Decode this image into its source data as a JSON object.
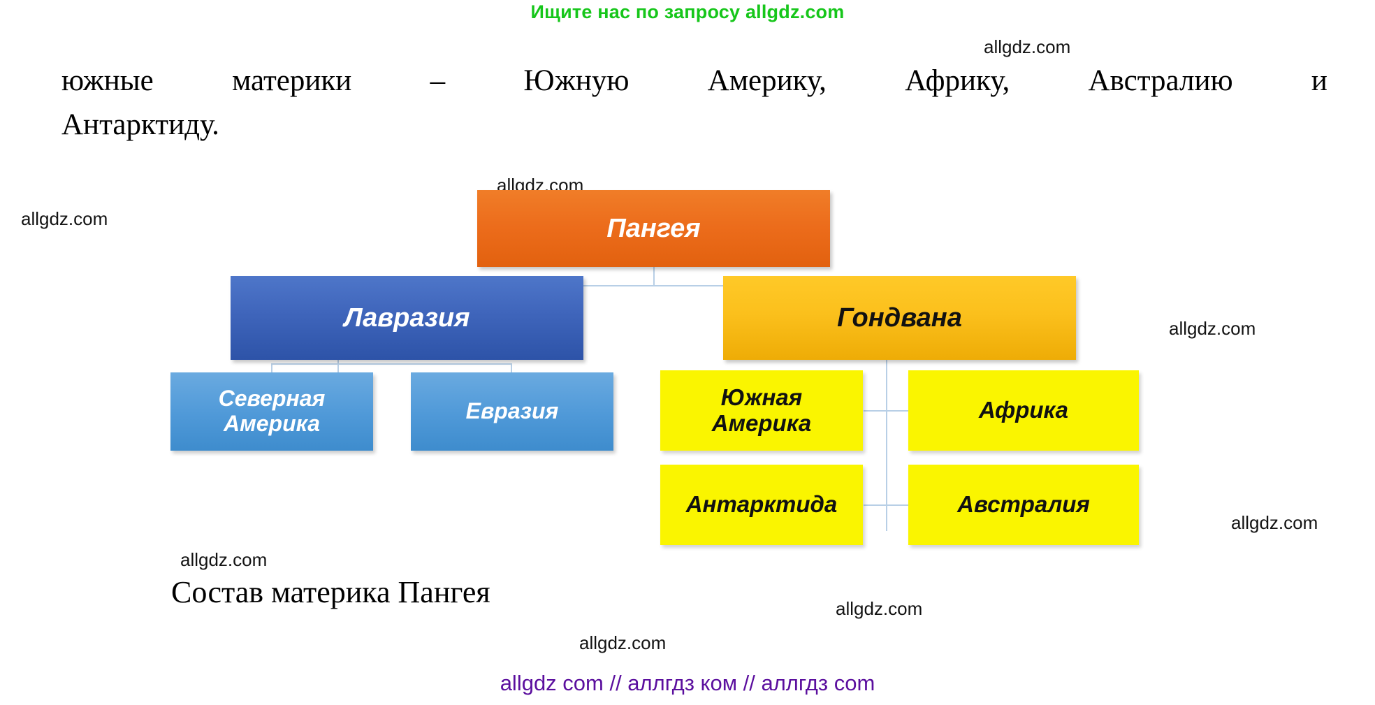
{
  "promo": {
    "text": "Ищите нас по запросу allgdz.com"
  },
  "paragraph": {
    "line1_words": [
      "южные",
      "материки",
      "–",
      "Южную",
      "Америку,",
      "Африку,",
      "Австралию",
      "и"
    ],
    "line2": "Антарктиду."
  },
  "watermarks": {
    "items": [
      "allgdz.com",
      "allgdz.com",
      "allgdz.com",
      "allgdz.com",
      "allgdz.com",
      "allgdz.com",
      "allgdz.com",
      "allgdz.com"
    ]
  },
  "diagram": {
    "root": {
      "label": "Пангея",
      "color": "#ec6c1b",
      "text_color": "#ffffff"
    },
    "branches": [
      {
        "label": "Лавразия",
        "color": "#3f65bb",
        "text_color": "#ffffff"
      },
      {
        "label": "Гондвана",
        "color": "#fbc01c",
        "text_color": "#111111"
      }
    ],
    "leaves_left": [
      {
        "label": "Северная\nАмерика",
        "line1": "Северная",
        "line2": "Америка",
        "color": "#4f99d8",
        "text_color": "#ffffff"
      },
      {
        "label": "Евразия",
        "line1": "Евразия",
        "line2": "",
        "color": "#4f99d8",
        "text_color": "#ffffff"
      }
    ],
    "leaves_right": [
      {
        "label": "Южная\nАмерика",
        "line1": "Южная",
        "line2": "Америка",
        "color": "#faf500",
        "text_color": "#111111"
      },
      {
        "label": "Африка",
        "line1": "Африка",
        "line2": "",
        "color": "#faf500",
        "text_color": "#111111"
      },
      {
        "label": "Антарктида",
        "line1": "Антарктида",
        "line2": "",
        "color": "#faf500",
        "text_color": "#111111"
      },
      {
        "label": "Австралия",
        "line1": "Австралия",
        "line2": "",
        "color": "#faf500",
        "text_color": "#111111"
      }
    ],
    "connector_color": "#b8cfe6"
  },
  "caption": {
    "text": "Состав материка Пангея"
  },
  "footer": {
    "text": "allgdz com  //  аллгдз ком  //  аллгдз com",
    "color": "#5b0f9e"
  }
}
